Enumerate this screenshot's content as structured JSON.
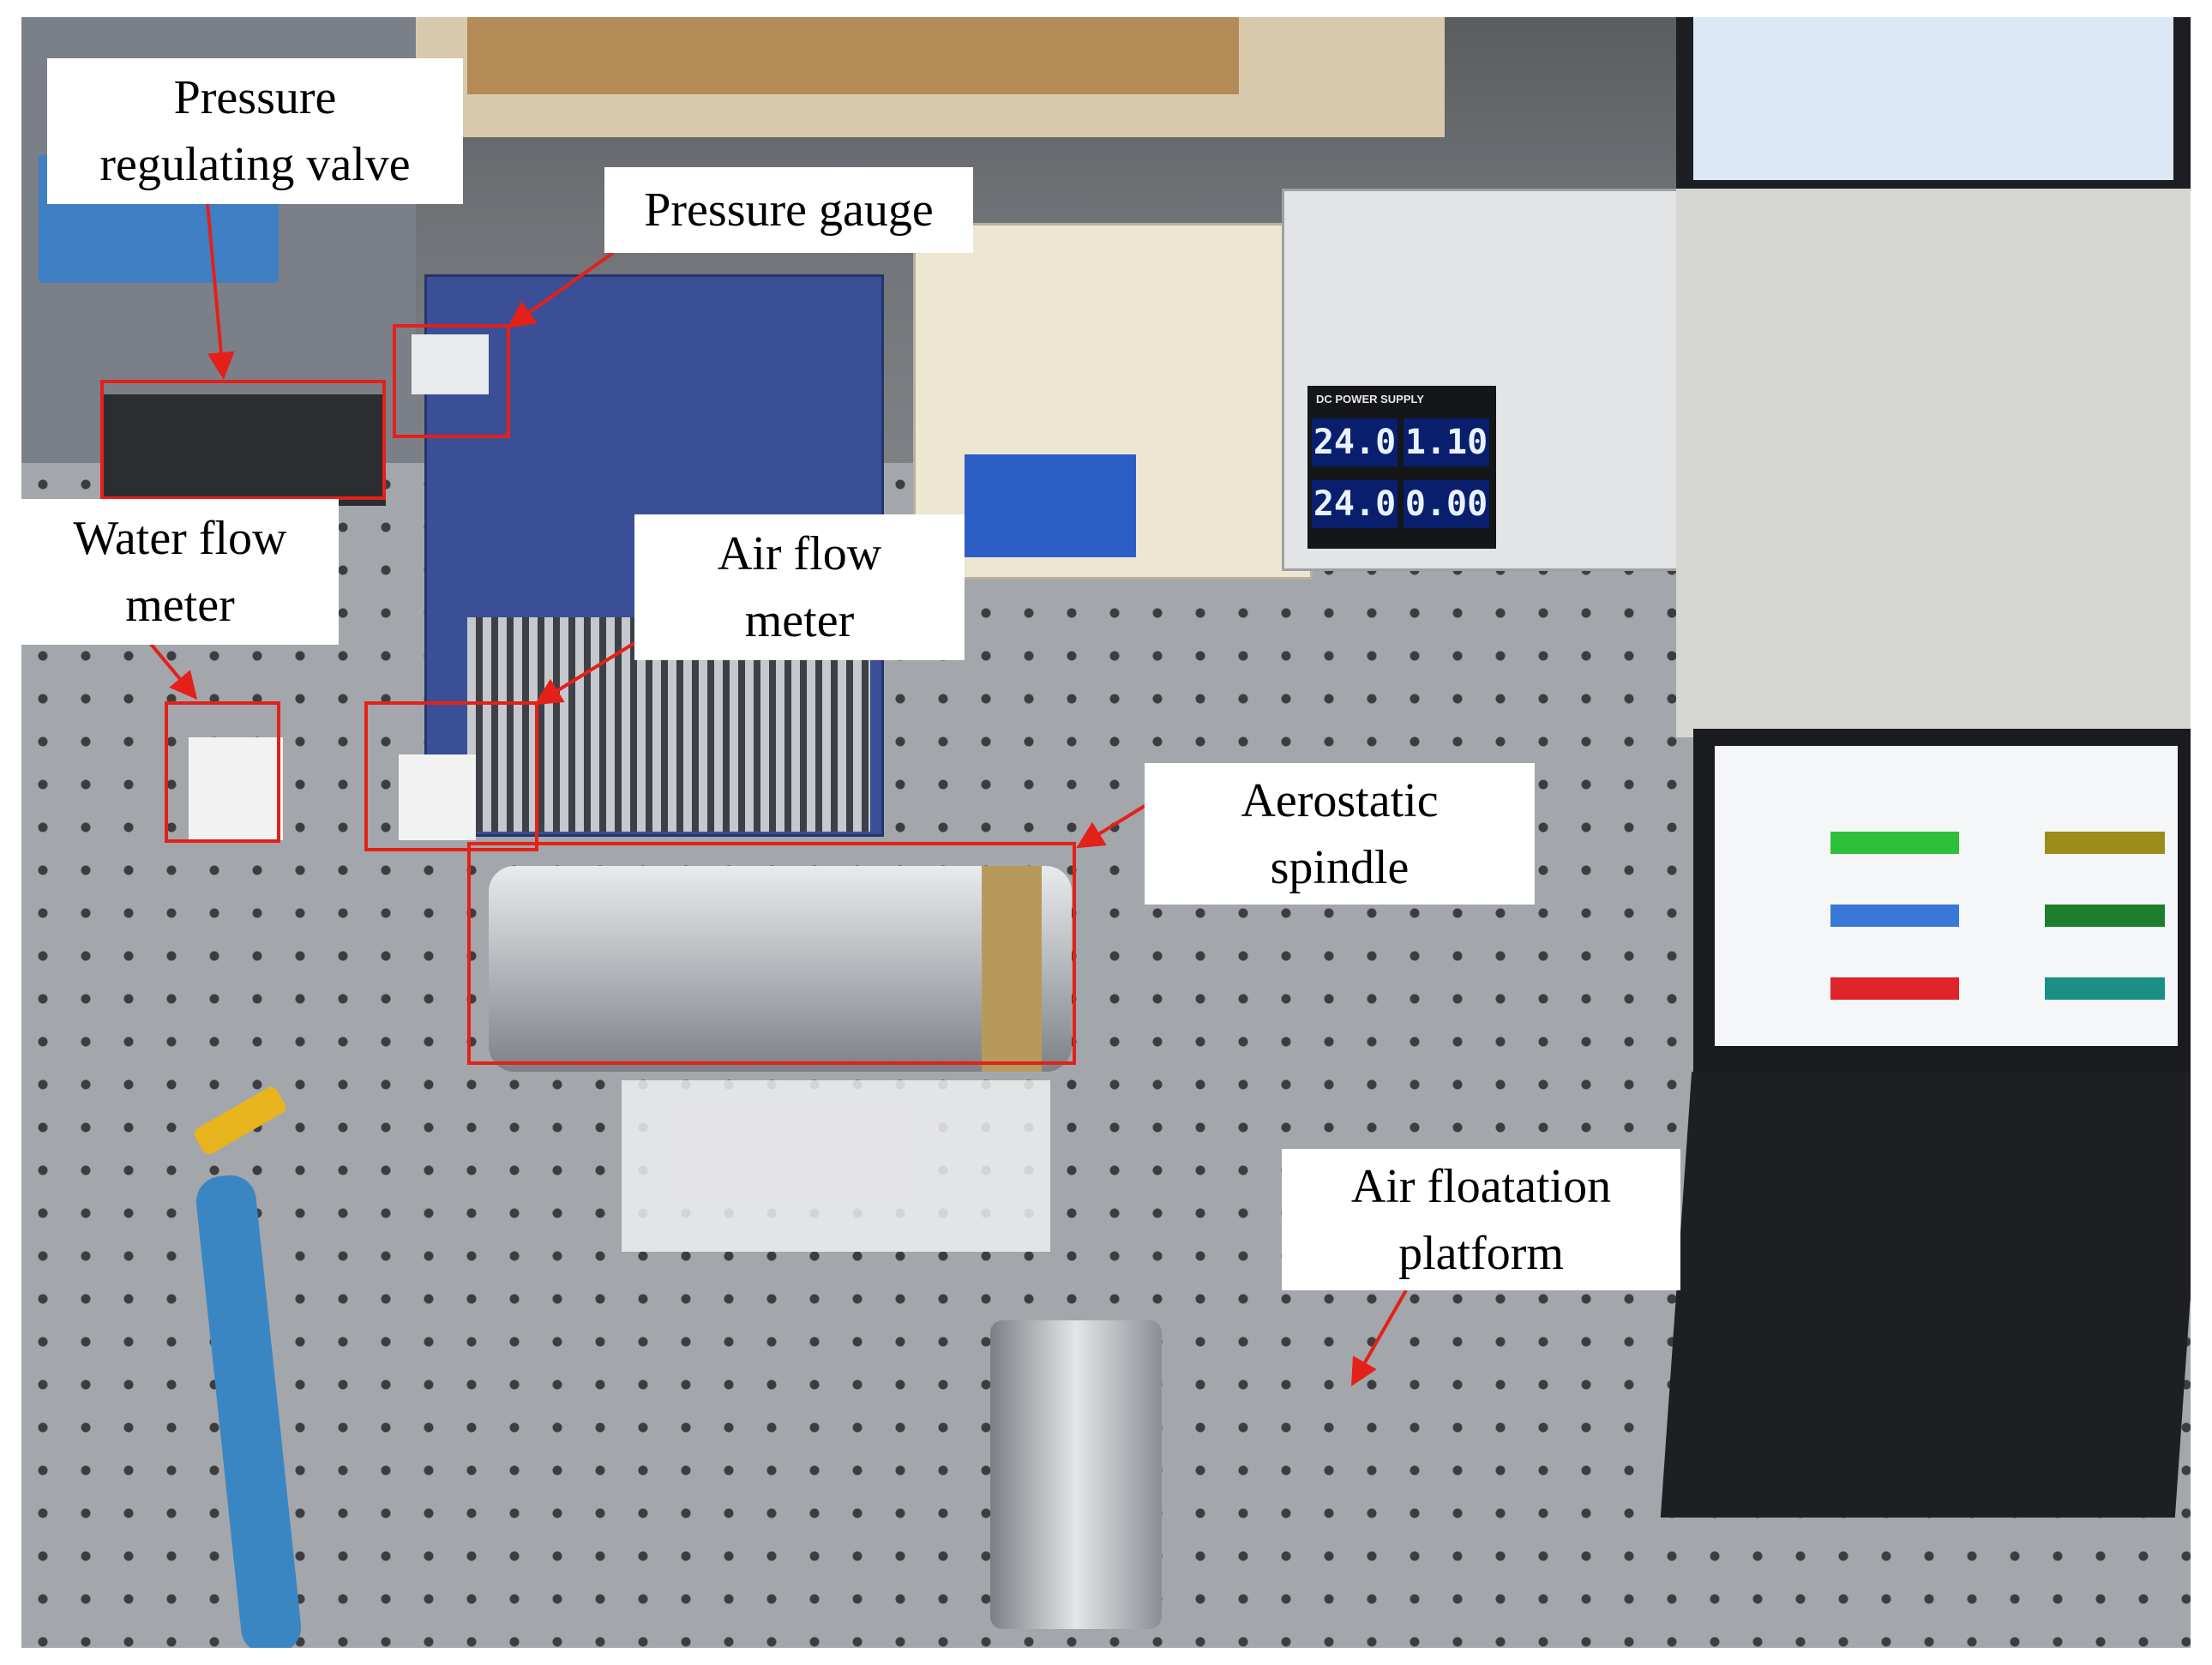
{
  "labels": {
    "pressure_regulating_valve": [
      "Pressure",
      "regulating valve"
    ],
    "pressure_gauge": "Pressure gauge",
    "water_flow_meter": [
      "Water flow",
      "meter"
    ],
    "air_flow_meter": [
      "Air flow",
      "meter"
    ],
    "aerostatic_spindle": [
      "Aerostatic",
      "spindle"
    ],
    "air_floatation_platform": [
      "Air floatation",
      "platform"
    ]
  },
  "power_supply": {
    "brand": "DC POWER SUPPLY",
    "voltage_1": "24.0",
    "current_1": "1.10",
    "voltage_2": "24.0",
    "current_2": "0.00"
  },
  "colors": {
    "callout_box": "#ffffff",
    "highlight": "#e32119",
    "display_digits": "#e8f3ff",
    "display_bg": "#0a1e6e"
  }
}
